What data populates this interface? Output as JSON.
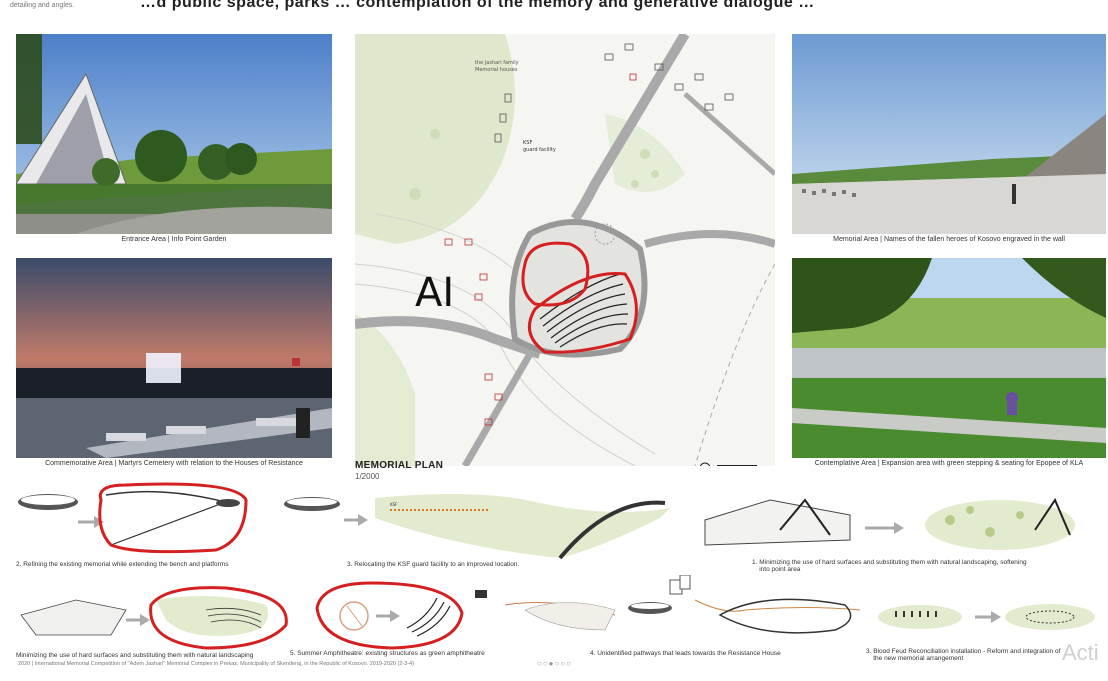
{
  "header": {
    "small_text": "detailing and angles.",
    "big_text": "…d public space, parks … contemplation of the memory and generative dialogue …"
  },
  "captions": {
    "entrance": "Entrance Area | Info Point Garden",
    "commemorative": "Commemorative Area | Martyrs Cemetery with relation to the Houses of Resistance",
    "memorial": "Memorial Area | Names of the fallen heroes of Kosovo engraved in the wall",
    "contemplative": "Contemplative Area | Expansion area with green stepping & seating for Epopee of KLA"
  },
  "plan": {
    "title": "MEMORIAL PLAN",
    "scale": "1/2000",
    "annotation_1": "the Jashari family\nMemorial houses",
    "annotation_2": "KSF\nguard facility",
    "ai_label": "AI"
  },
  "diagrams": {
    "d1": "2. Refining the existing memorial while extending the bench and platforms",
    "d2": "3. Relocating the KSF guard facility to an improved location.",
    "d3": "1. Minimizing the use of hard surfaces and substituting them with natural landscaping, softening\n    into point area",
    "d4": "Minimizing the use of hard surfaces and substituting them with natural landscaping",
    "d5": "5. Summer Amphitheatre: existing structures as green amphitheatre",
    "d6": "4. Unidentified pathways that leads towards the Resistance House",
    "d7": "3. Blood Feud Reconciliation installation - Reform and integration of\n    the new memorial arrangement"
  },
  "footer": "2020 | International Memorial Competition of \"Adem Jashari\" Memorial Complex in Prekaz, Municipality of Skenderaj, in the Republic of Kosovo. 2019-2020 (2-3-4)",
  "pager": "○○●○○○",
  "watermark": "Acti"
}
